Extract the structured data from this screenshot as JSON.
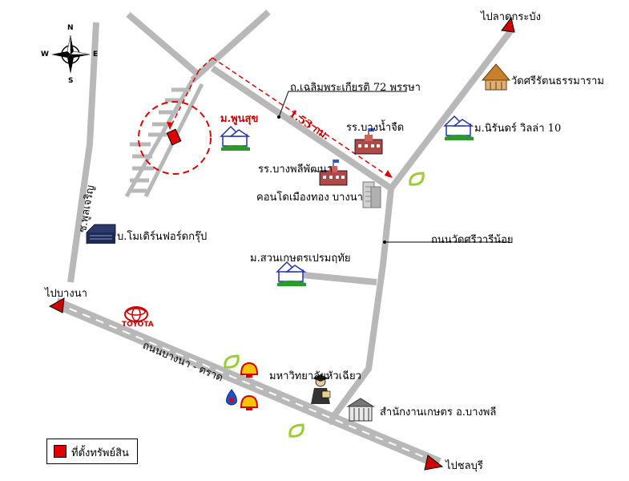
{
  "roads": {
    "chalerm_phrakiat": "ถ.เฉลิมพระเกียรติ 72 พรรษา",
    "wat_si_waree": "ถนนวัดศรีวารีน้อย",
    "bangna_trat": "ถนนบางนา - ตราด",
    "phulcharoen": "ซ.พูลเจริญ"
  },
  "directions": {
    "lat_krabang": "ไปลาดกระบัง",
    "bangna": "ไปบางนา",
    "chonburi": "ไปชลบุรี"
  },
  "places": {
    "wat": "วัดศรีรัตนธรรมาราม",
    "nirin_villa": "ม.นิรันดร์ วิลล่า 10",
    "school_bang_namchued": "รร.บางน้ำจืด",
    "school_bang_phli": "รร.บางพลีพัฒนา",
    "condo": "คอนโดเมืองทอง บางนา",
    "village_poonsuk": "ม.พูนสุข",
    "factory": "บ.โมเดิร์นฟอร์ดกรุ๊ป",
    "village_suan_kaset": "ม.สวนเกษตรเปรมฤทัย",
    "university": "มหาวิทยาลัยหัวเฉียว",
    "agri_office": "สำนักงานเกษตร อ.บางพลี",
    "toyota": "TOYOTA"
  },
  "distance": "1.53 กม.",
  "legend": {
    "label": "ที่ตั้งทรัพย์สิน",
    "color": "#e00000"
  },
  "compass": {
    "n": "N",
    "s": "S",
    "e": "E",
    "w": "W"
  },
  "colors": {
    "road": "#b8b8b8",
    "route": "#e00000",
    "arrow": "#cc0000"
  }
}
